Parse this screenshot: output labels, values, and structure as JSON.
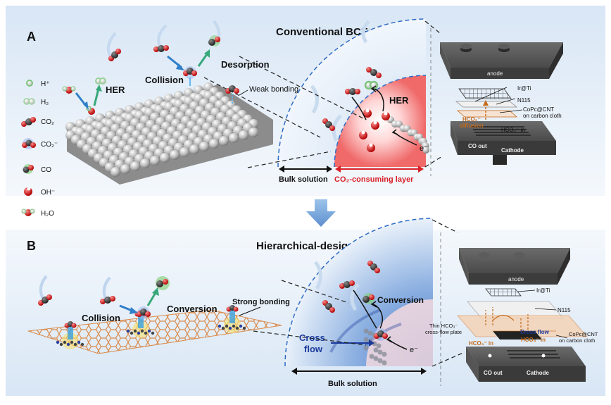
{
  "panel_a": {
    "letter": "A",
    "title": "Conventional BCEs",
    "labels": {
      "her_left": "HER",
      "collision": "Collision",
      "desorption": "Desorption",
      "weak_bonding": "Weak bonding",
      "her_right": "HER",
      "electron": "e⁻",
      "bulk_solution": "Bulk solution",
      "co2_layer": "CO₂-consuming layer"
    },
    "device": {
      "anode": "anode",
      "irti": "Ir@Ti",
      "n115": "N115",
      "copc": "CoPc@CNT",
      "copc_sub": "on carbon cloth",
      "hco3_diffusion_1": "HCO₃⁻",
      "hco3_diffusion_2": "diffusion",
      "hco3_in": "HCO₃⁻ in",
      "co_out": "CO out",
      "cathode": "Cathode"
    }
  },
  "legend": [
    {
      "label": "H⁺",
      "kind": "h"
    },
    {
      "label": "H₂",
      "kind": "h2"
    },
    {
      "label": "CO₂",
      "kind": "co2"
    },
    {
      "label": "CO₂⁻",
      "kind": "co2m"
    },
    {
      "label": "CO",
      "kind": "co"
    },
    {
      "label": "OH⁻",
      "kind": "oh"
    },
    {
      "label": "H₂O",
      "kind": "h2o"
    }
  ],
  "panel_b": {
    "letter": "B",
    "title": "Hierarchical-design BCEs",
    "labels": {
      "collision": "Collision",
      "conversion_left": "Conversion",
      "strong_bonding": "Strong bonding",
      "conversion_right": "Conversion",
      "cross_flow_1": "Cross",
      "cross_flow_2": "flow",
      "electron": "e⁻",
      "bulk_solution": "Bulk solution"
    },
    "device": {
      "anode": "anode",
      "irti": "Ir@Ti",
      "n115": "N115",
      "thin_1": "Thin HCO₃⁻",
      "thin_2": "cross-flow plate",
      "cross_flow": "Cross flow",
      "hco3_in_left": "HCO₃⁻ in",
      "hco3_in_right": "HCO₃⁻ in",
      "copc": "CoPc@CNT",
      "copc_sub": "on carbon cloth",
      "co_out": "CO out",
      "cathode": "Cathode"
    }
  },
  "colors": {
    "panel_bg_top": "#dde9f6",
    "panel_bg_bottom": "#f7fafd",
    "red": "#d81f26",
    "blue": "#1b3a9c",
    "orange": "#c46a1a",
    "hex_orange": "#d98a4a"
  }
}
